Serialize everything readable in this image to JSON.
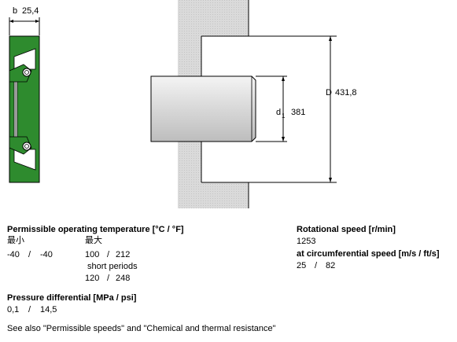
{
  "dimensions": {
    "b_symbol": "b",
    "b_value": "25,4",
    "D_symbol": "D",
    "D_value": "431,8",
    "d_symbol": "d",
    "d_subscript": "1",
    "d_value": "381"
  },
  "temperature": {
    "title": "Permissible operating temperature [°C / °F]",
    "min_label": "最小",
    "max_label": "最大",
    "min_c": "-40",
    "min_f": "-40",
    "max_c": "100",
    "max_f": "212",
    "short_periods_label": "short periods",
    "short_c": "120",
    "short_f": "248",
    "sep": "/"
  },
  "pressure": {
    "title": "Pressure differential [MPa / psi]",
    "mpa": "0,1",
    "psi": "14,5",
    "sep": "/"
  },
  "speed": {
    "rot_title": "Rotational speed [r/min]",
    "rot_value": "1253",
    "circ_title": "at circumferential speed [m/s / ft/s]",
    "circ_ms": "25",
    "circ_fts": "82",
    "sep": "/"
  },
  "footer": {
    "see_also": "See also \"Permissible speeds\" and \"Chemical and thermal resistance\""
  },
  "colors": {
    "seal_green": "#2e8b2e",
    "housing_gray": "#d6d6d6",
    "shaft_light": "#e8e8e8"
  }
}
